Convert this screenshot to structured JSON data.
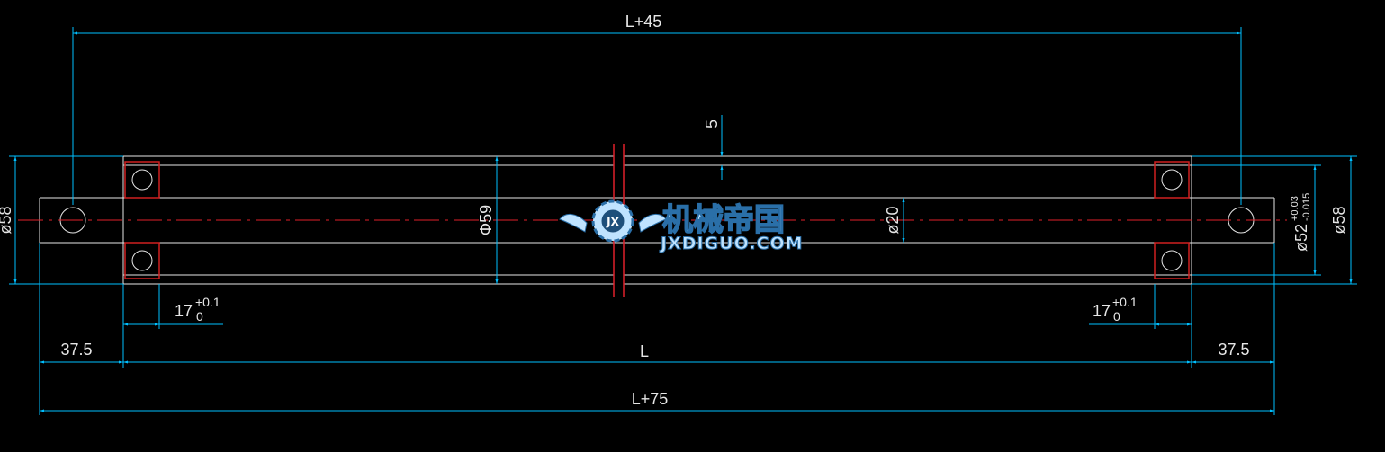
{
  "dimensions": {
    "overall_top": "L+45",
    "radial_step": "5",
    "left_outer_dia": "ø58",
    "tube_dia": "Φ59",
    "shaft_dia": "ø20",
    "bearing_bore": "ø52",
    "bearing_bore_tol_upper": "+0.03",
    "bearing_bore_tol_lower": "-0.015",
    "right_outer_dia": "ø58",
    "left_seat_width": "17",
    "left_seat_tol_upper": "+0.1",
    "left_seat_tol_lower": "0",
    "right_seat_width": "17",
    "right_seat_tol_upper": "+0.1",
    "right_seat_tol_lower": "0",
    "left_end": "37.5",
    "length": "L",
    "right_end": "37.5",
    "overall_bottom": "L+75"
  },
  "watermark": {
    "brand_cn": "机械帝国",
    "brand_en": "JXDIGUO.COM",
    "emblem_letters": "JX"
  },
  "colors": {
    "background": "#000000",
    "dimension_line": "#00bfff",
    "outline": "#e6e6e6",
    "centerline": "#e0202a",
    "bearing": "#d02020"
  }
}
